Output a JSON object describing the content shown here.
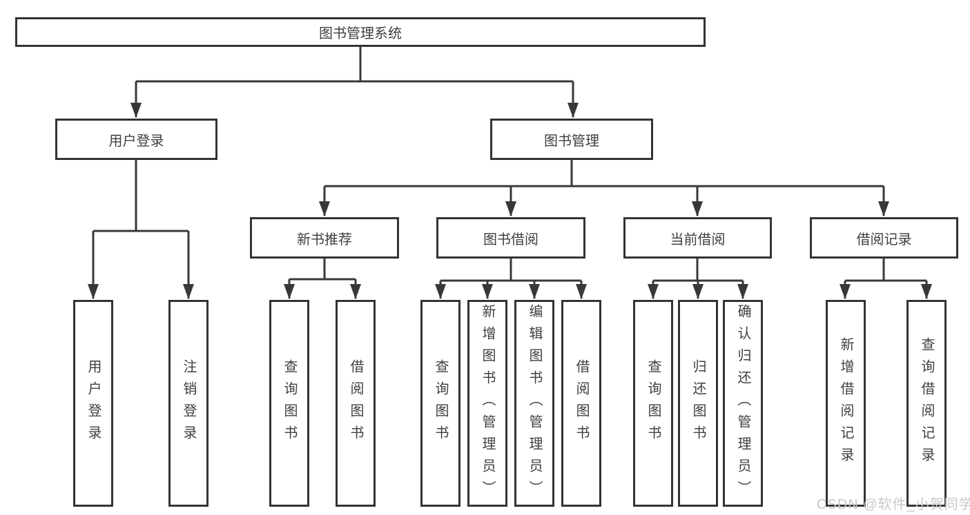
{
  "diagram": {
    "root": {
      "label": "图书管理系统"
    },
    "level2": [
      {
        "label": "用户登录",
        "children": [
          {
            "label": "用户登录"
          },
          {
            "label": "注销登录"
          }
        ]
      },
      {
        "label": "图书管理",
        "children": [
          {
            "label": "新书推荐",
            "children": [
              {
                "label": "查询图书"
              },
              {
                "label": "借阅图书"
              }
            ]
          },
          {
            "label": "图书借阅",
            "children": [
              {
                "label": "查询图书"
              },
              {
                "label": "新增图书（管理员）"
              },
              {
                "label": "编辑图书（管理员）"
              },
              {
                "label": "借阅图书"
              }
            ]
          },
          {
            "label": "当前借阅",
            "children": [
              {
                "label": "查询图书"
              },
              {
                "label": "归还图书"
              },
              {
                "label": "确认归还（管理员）"
              }
            ]
          },
          {
            "label": "借阅记录",
            "children": [
              {
                "label": "新增借阅记录"
              },
              {
                "label": "查询借阅记录"
              }
            ]
          }
        ]
      }
    ]
  },
  "watermark": {
    "text": "CSDN @软件_小贺同学"
  },
  "colors": {
    "box_border": "#333333",
    "text": "#3f3f3f",
    "connector": "#383838",
    "watermark": "#c8c8c8",
    "background": "#ffffff"
  }
}
